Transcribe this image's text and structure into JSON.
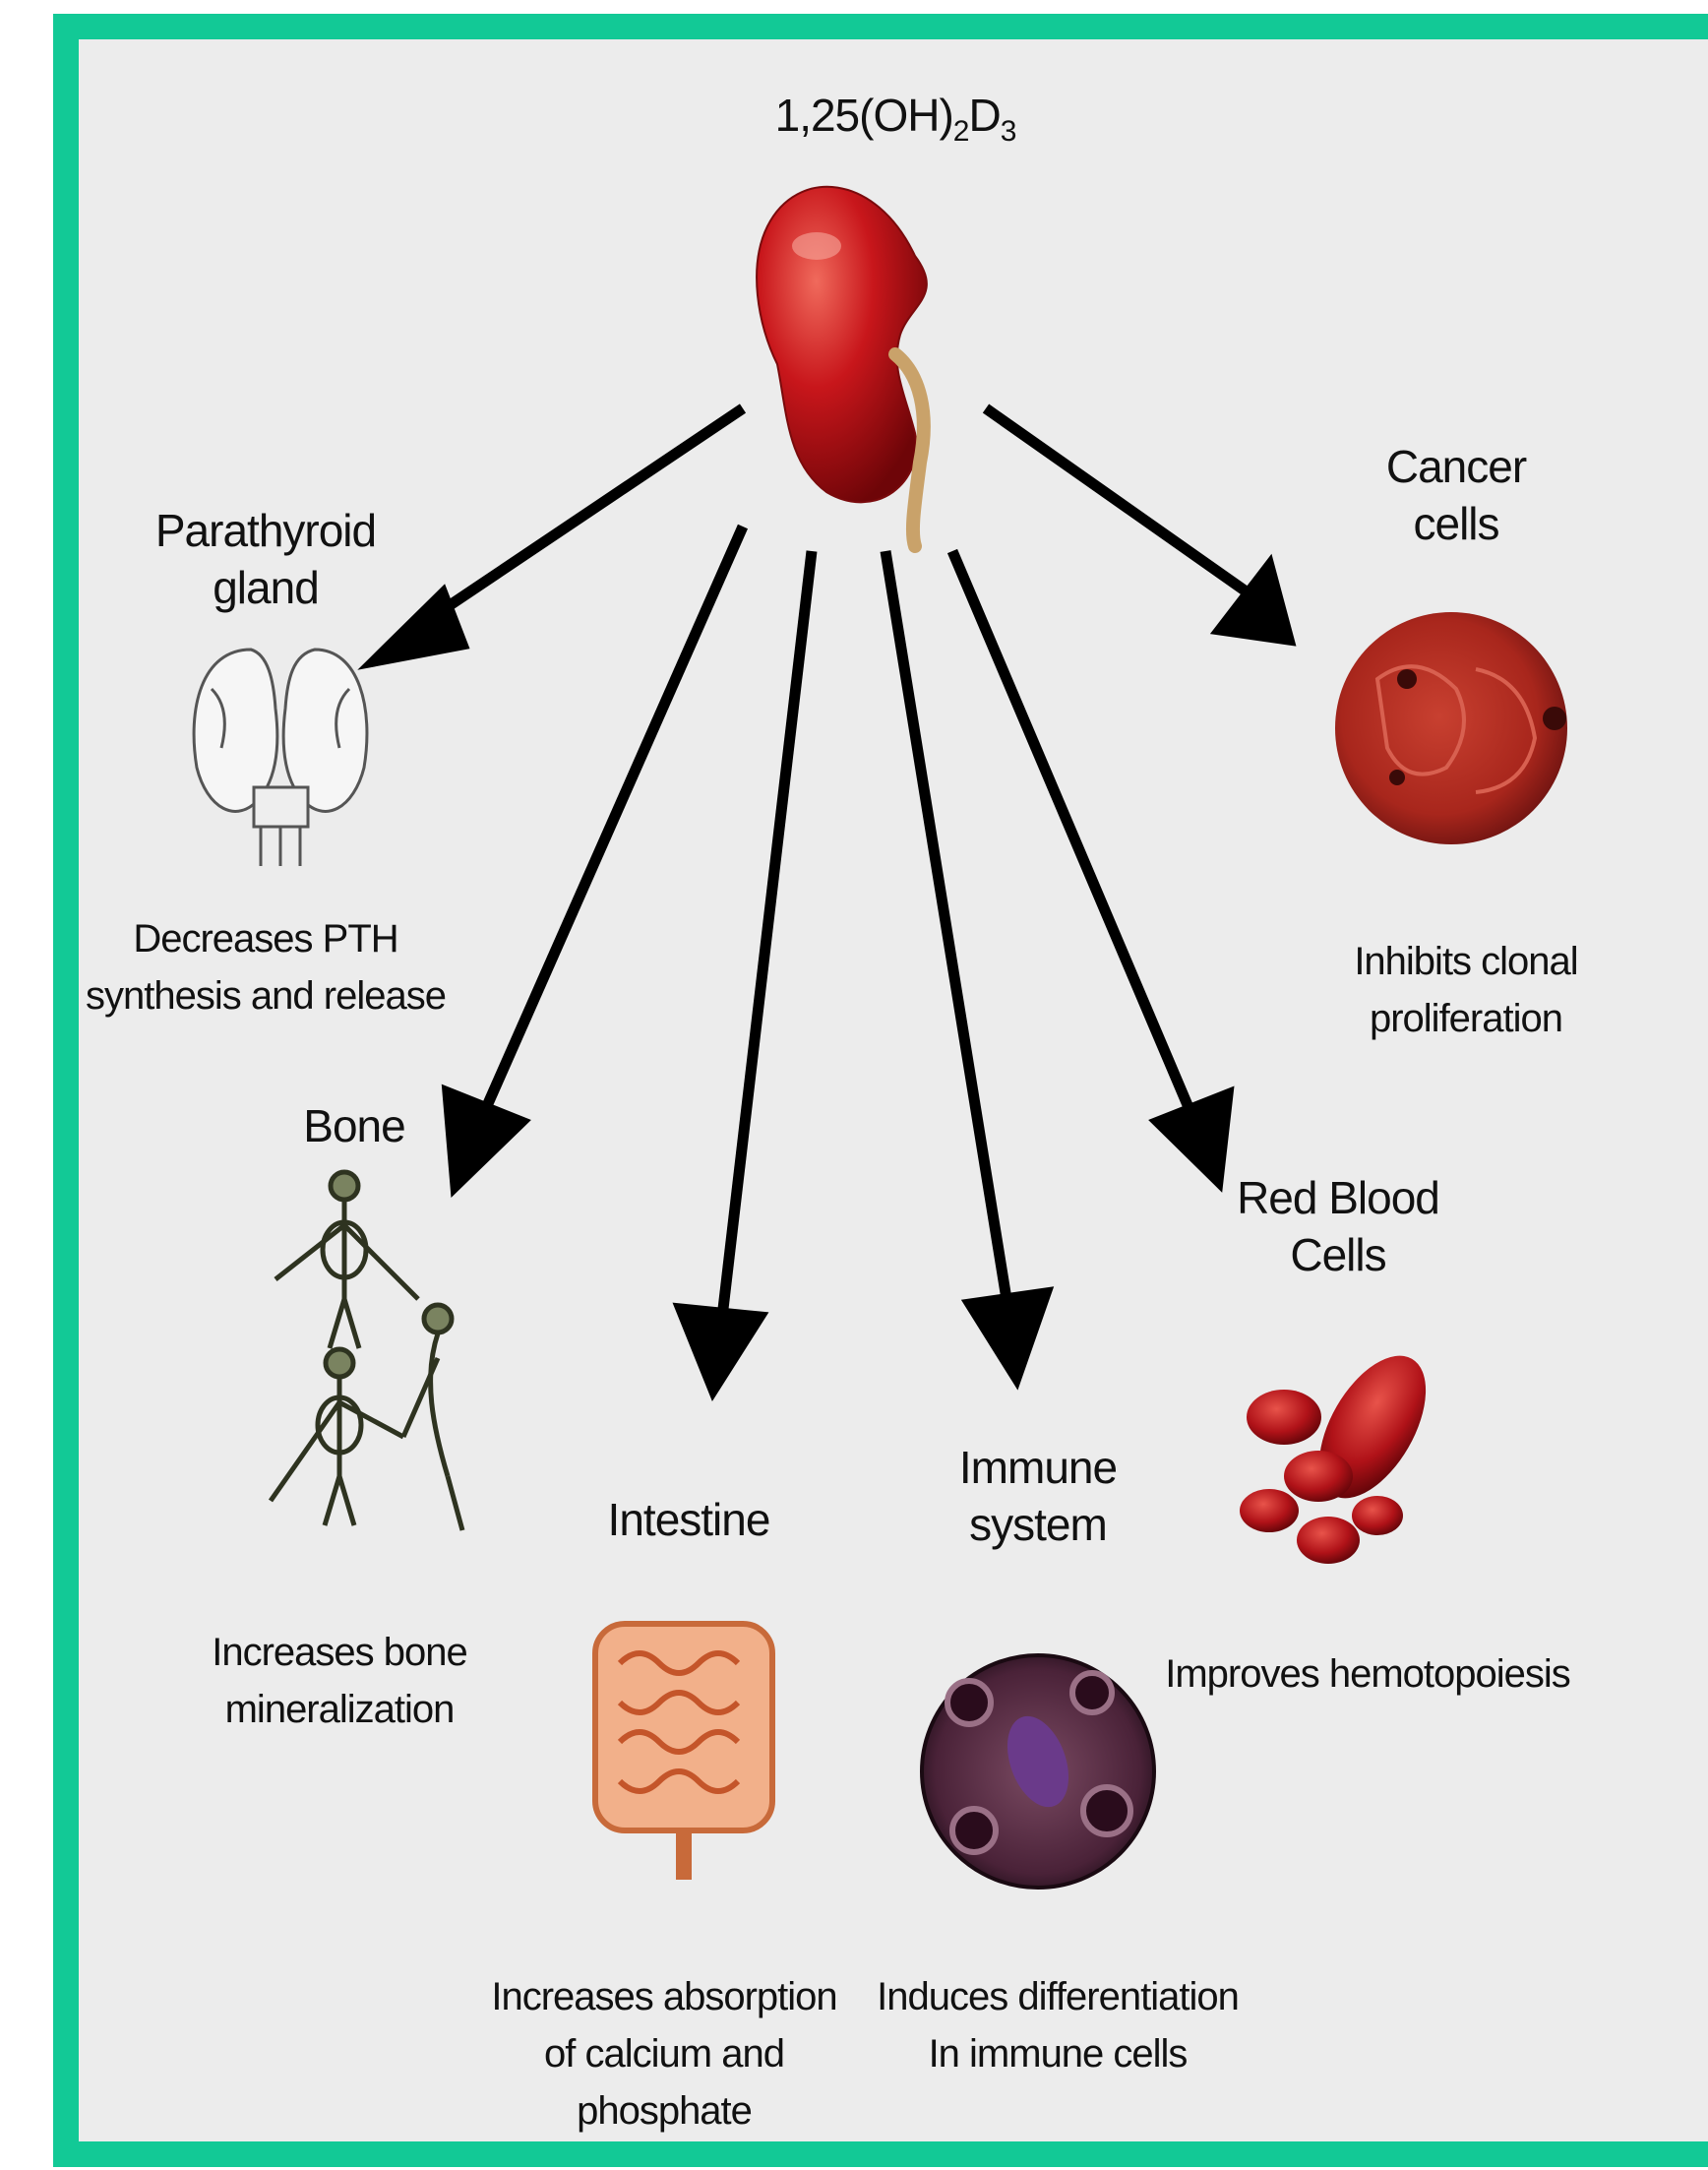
{
  "center": {
    "label_main": "1,25(OH)",
    "label_sub1": "2",
    "label_d": "D",
    "label_sub2": "3",
    "icon": "kidney-icon"
  },
  "targets": [
    {
      "id": "parathyroid",
      "name_lines": [
        "Parathyroid",
        "gland"
      ],
      "effect_lines": [
        "Decreases PTH",
        "synthesis and release"
      ],
      "icon": "parathyroid-gland-icon"
    },
    {
      "id": "bone",
      "name_lines": [
        "Bone"
      ],
      "effect_lines": [
        "Increases bone",
        "mineralization"
      ],
      "icon": "skeleton-icon"
    },
    {
      "id": "intestine",
      "name_lines": [
        "Intestine"
      ],
      "effect_lines": [
        "Increases absorption",
        "of calcium and",
        "phosphate"
      ],
      "icon": "intestine-icon"
    },
    {
      "id": "immune",
      "name_lines": [
        "Immune",
        "system"
      ],
      "effect_lines": [
        "Induces differentiation",
        "In immune cells"
      ],
      "icon": "immune-cells-icon"
    },
    {
      "id": "rbc",
      "name_lines": [
        "Red Blood",
        "Cells"
      ],
      "effect_lines": [
        "Improves hemotopoiesis"
      ],
      "icon": "red-blood-cells-icon"
    },
    {
      "id": "cancer",
      "name_lines": [
        "Cancer",
        "cells"
      ],
      "effect_lines": [
        "Inhibits clonal",
        "proliferation"
      ],
      "icon": "cancer-cells-icon"
    }
  ],
  "colors": {
    "frame_border": "#12c996",
    "background": "#ececec",
    "kidney": "#c8161b",
    "arrow": "#000000"
  }
}
